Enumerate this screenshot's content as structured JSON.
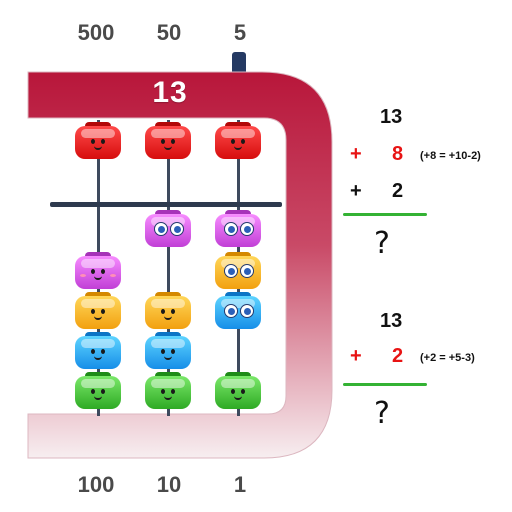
{
  "top_labels": [
    "500",
    "50",
    "5"
  ],
  "bottom_labels": [
    "100",
    "10",
    "1"
  ],
  "abacus": {
    "banner_value": "13",
    "frame_color": "#b8163a",
    "rod_color": "#3e4a5e",
    "beam_color": "#2e3a4e",
    "columns": [
      {
        "upper_bead": {
          "color": "red",
          "face": "smile"
        },
        "lower_beads": [
          {
            "color": "pink",
            "face": "blush"
          },
          {
            "color": "orange",
            "face": "smile"
          },
          {
            "color": "blue",
            "face": "smile"
          },
          {
            "color": "green",
            "face": "smile"
          }
        ]
      },
      {
        "upper_bead": {
          "color": "red",
          "face": "smile"
        },
        "lower_beads": [
          {
            "color": "pink",
            "face": "big-eyes"
          },
          {
            "color": "orange",
            "face": "smile"
          },
          {
            "color": "blue",
            "face": "smile"
          },
          {
            "color": "green",
            "face": "smile"
          }
        ]
      },
      {
        "upper_bead": {
          "color": "red",
          "face": "smile"
        },
        "lower_beads": [
          {
            "color": "pink",
            "face": "big-eyes"
          },
          {
            "color": "orange",
            "face": "big-eyes"
          },
          {
            "color": "blue",
            "face": "big-eyes"
          },
          {
            "color": "green",
            "face": "smile"
          }
        ]
      }
    ]
  },
  "problems": [
    {
      "start": "13",
      "steps": [
        {
          "sign": "+",
          "value": "8",
          "color": "red",
          "hint": "(+8 = +10-2)"
        },
        {
          "sign": "+",
          "value": "2",
          "color": "black",
          "hint": ""
        }
      ],
      "answer": "?"
    },
    {
      "start": "13",
      "steps": [
        {
          "sign": "+",
          "value": "2",
          "color": "red",
          "hint": "(+2 = +5-3)"
        }
      ],
      "answer": "?"
    }
  ]
}
